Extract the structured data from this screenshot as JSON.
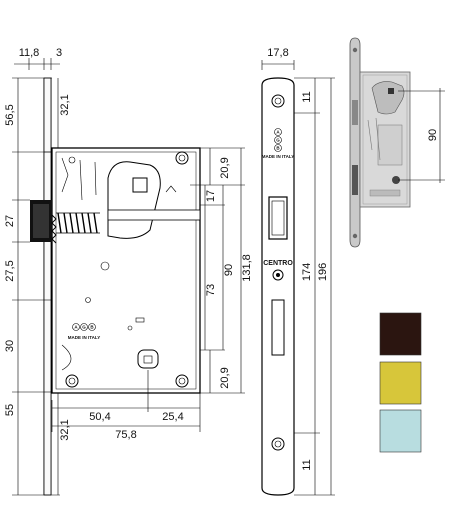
{
  "diagram": {
    "brand_marks": [
      "AGB",
      "AGB"
    ],
    "made_in_italy": [
      "MADE IN ITALY",
      "MADE IN ITALY"
    ],
    "centro_label": "CENTRO",
    "dimensions": {
      "top_11_8": "11,8",
      "top_3": "3",
      "v_32_1_top": "32,1",
      "v_56_5": "56,5",
      "v_27": "27",
      "v_27_5": "27,5",
      "v_30": "30",
      "v_55": "55",
      "v_32_1_bottom": "32,1",
      "h_50_4": "50,4",
      "h_25_4": "25,4",
      "h_75_8": "75,8",
      "v_20_9_top": "20,9",
      "v_17": "17",
      "v_73": "73",
      "v_90": "90",
      "v_131_8": "131,8",
      "v_20_9_bottom": "20,9",
      "front_17_8": "17,8",
      "front_11_top": "11",
      "front_174": "174",
      "front_196": "196",
      "front_11_bottom": "11",
      "photo_90": "90"
    },
    "finish_colors": [
      "#2b1510",
      "#d7c63a",
      "#b8dde0"
    ]
  }
}
